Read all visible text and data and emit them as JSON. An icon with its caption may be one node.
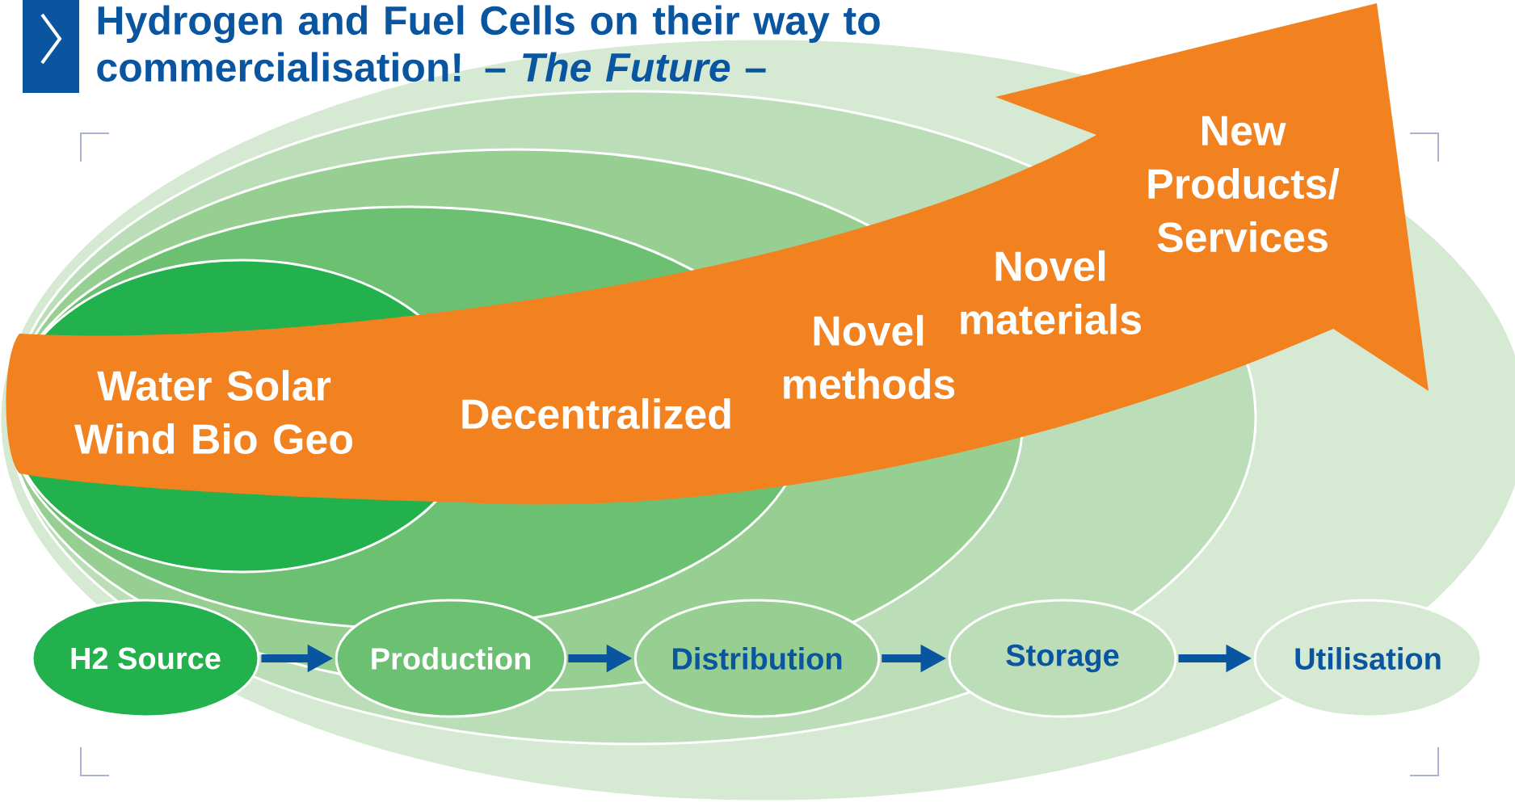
{
  "diagram": {
    "title": "Hydrogen and Fuel Cells on their way to commercialisation! – *The Future* –",
    "nodes": [
      {
        "text": [
          "Water Solar Wind Bio Geo",
          "Decentralized",
          "Novel methods",
          "Novel materials",
          "New Products/ Services"
        ]
      },
      {
        "text": [
          "H2 Source"
        ]
      },
      {
        "text": [
          "Production"
        ]
      },
      {
        "text": [
          "Distribution"
        ]
      },
      {
        "text": [
          "Storage"
        ]
      },
      {
        "text": [
          "Utilisation"
        ]
      }
    ],
    "edges": [
      {
        "from": 1,
        "to": 2,
        "arrow": "to"
      },
      {
        "from": 2,
        "to": 3,
        "arrow": "to"
      },
      {
        "from": 3,
        "to": 4,
        "arrow": "to"
      },
      {
        "from": 4,
        "to": 5,
        "arrow": "to"
      }
    ]
  }
}
